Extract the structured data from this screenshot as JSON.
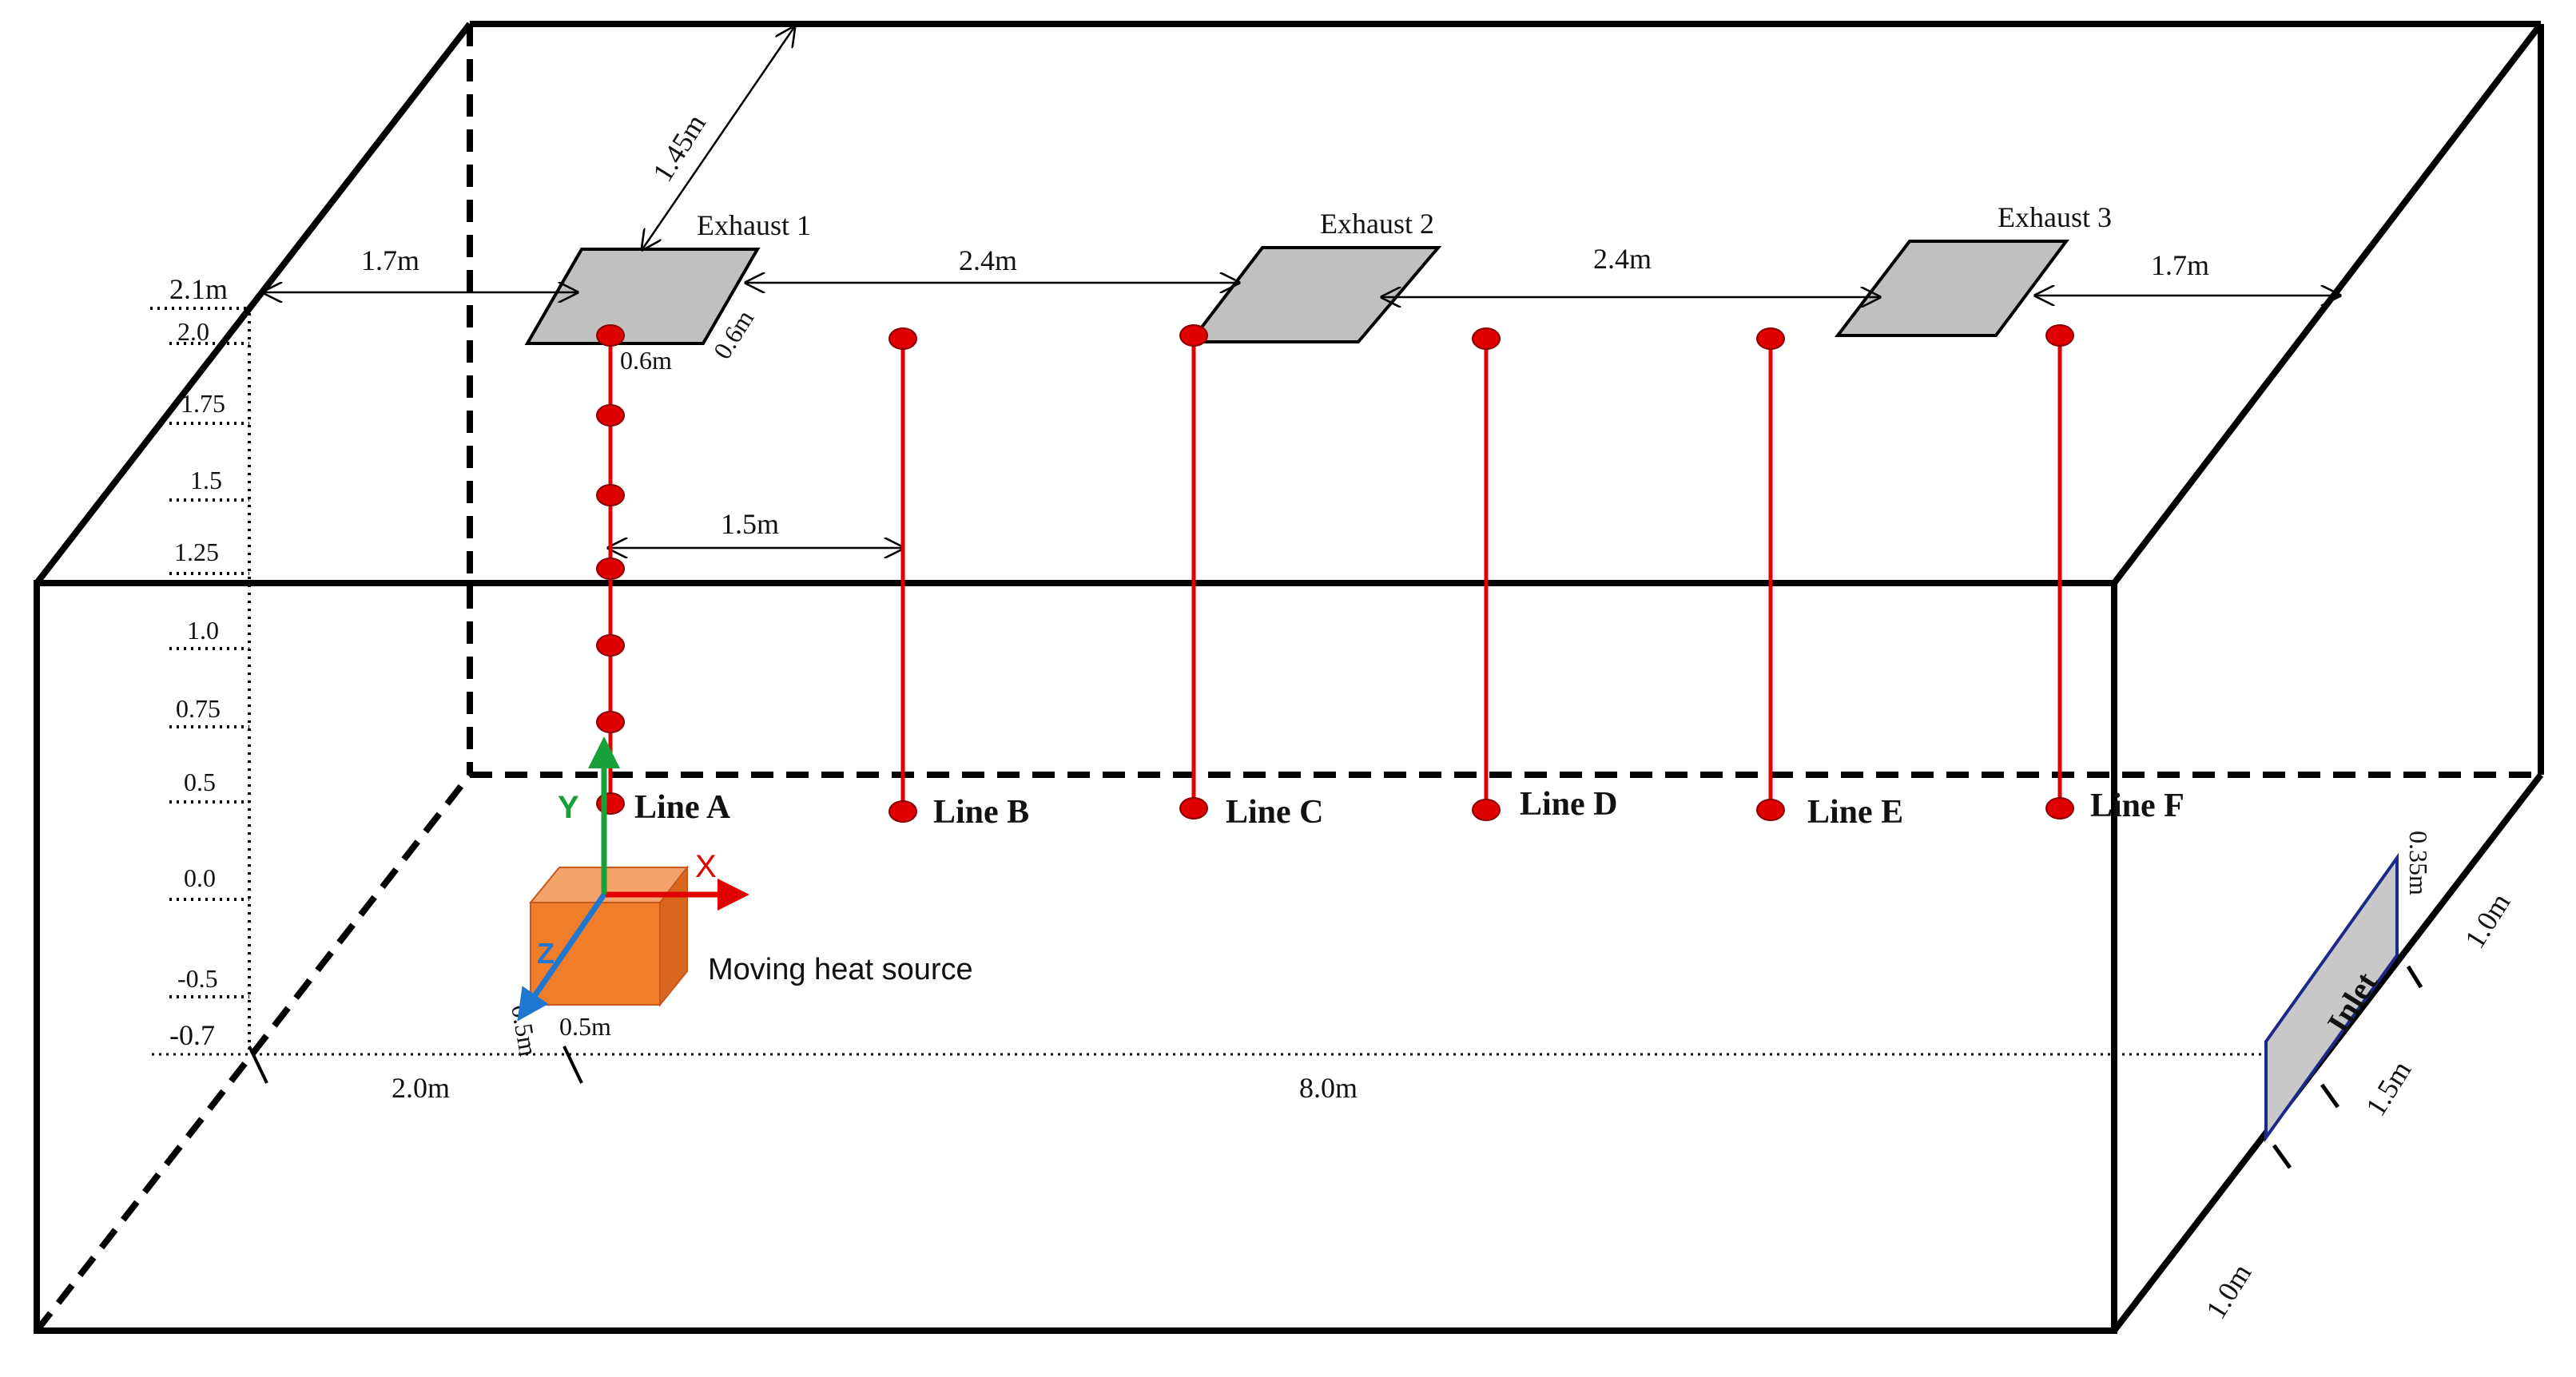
{
  "exhausts": [
    {
      "label": "Exhaust 1"
    },
    {
      "label": "Exhaust 2"
    },
    {
      "label": "Exhaust 3"
    }
  ],
  "dimensions": {
    "depth_top": "1.45m",
    "left_gap": "1.7m",
    "spacing_1_2": "2.4m",
    "spacing_2_3": "2.4m",
    "right_gap": "1.7m",
    "exhaust_width": "0.6m",
    "exhaust_depth": "0.6m",
    "line_spacing": "1.5m",
    "floor_left": "2.0m",
    "floor_length": "8.0m",
    "room_height": "2.1m",
    "source_width": "0.5m",
    "source_depth": "0.5m",
    "inlet_height": "0.35m",
    "inlet_top_offset": "1.0m",
    "inlet_width": "1.5m",
    "inlet_bottom_offset": "1.0m"
  },
  "height_ticks": [
    "2.0",
    "1.75",
    "1.5",
    "1.25",
    "1.0",
    "0.75",
    "0.5",
    "0.0",
    "-0.5",
    "-0.7"
  ],
  "lines": [
    {
      "label": "Line A"
    },
    {
      "label": "Line B"
    },
    {
      "label": "Line C"
    },
    {
      "label": "Line D"
    },
    {
      "label": "Line E"
    },
    {
      "label": "Line F"
    }
  ],
  "axes": {
    "x": "X",
    "y": "Y",
    "z": "Z"
  },
  "heat_source_label": "Moving heat source",
  "inlet_label": "Inlet",
  "colors": {
    "measurement": "#e00000",
    "axis_x": "#e00000",
    "axis_y": "#18a03a",
    "axis_z": "#1e78d2",
    "heat_source": "#f07d2a",
    "exhaust_fill": "#c0c0c0",
    "inlet_fill": "#c8c8c8"
  }
}
